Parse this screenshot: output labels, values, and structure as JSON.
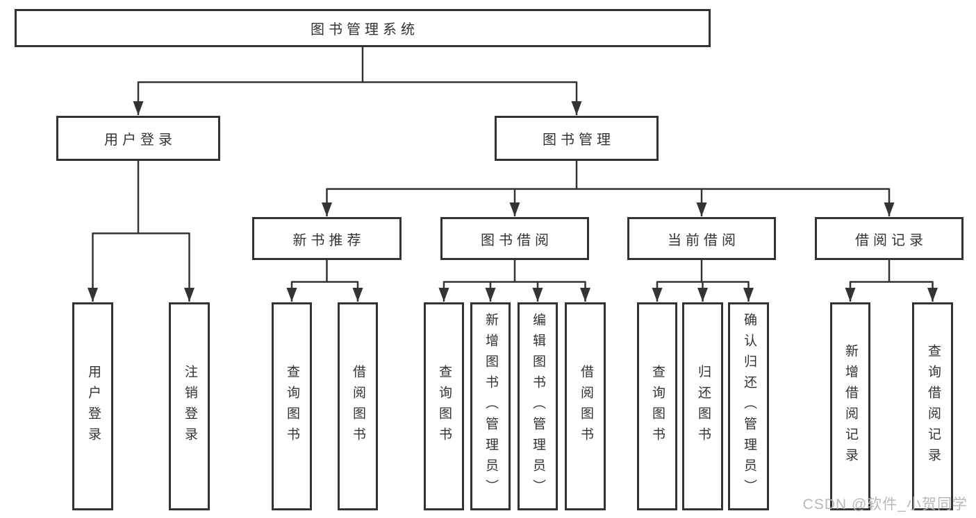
{
  "tree": {
    "label": "图书管理系统",
    "children": [
      {
        "label": "用户登录",
        "children": [
          {
            "label": "用户登录"
          },
          {
            "label": "注销登录"
          }
        ]
      },
      {
        "label": "图书管理",
        "children": [
          {
            "label": "新书推荐",
            "children": [
              {
                "label": "查询图书"
              },
              {
                "label": "借阅图书"
              }
            ]
          },
          {
            "label": "图书借阅",
            "children": [
              {
                "label": "查询图书"
              },
              {
                "label": "新增图书（管理员）"
              },
              {
                "label": "编辑图书（管理员）"
              },
              {
                "label": "借阅图书"
              }
            ]
          },
          {
            "label": "当前借阅",
            "children": [
              {
                "label": "查询图书"
              },
              {
                "label": "归还图书"
              },
              {
                "label": "确认归还（管理员）"
              }
            ]
          },
          {
            "label": "借阅记录",
            "children": [
              {
                "label": "新增借阅记录"
              },
              {
                "label": "查询借阅记录"
              }
            ]
          }
        ]
      }
    ]
  },
  "watermark": {
    "text": "CSDN @软件_小贺同学"
  },
  "colors": {
    "line": "#333333",
    "box_border": "#333333",
    "box_fill": "#ffffff",
    "text": "#333333",
    "watermark": "#b5b5b5",
    "background": "#ffffff"
  }
}
